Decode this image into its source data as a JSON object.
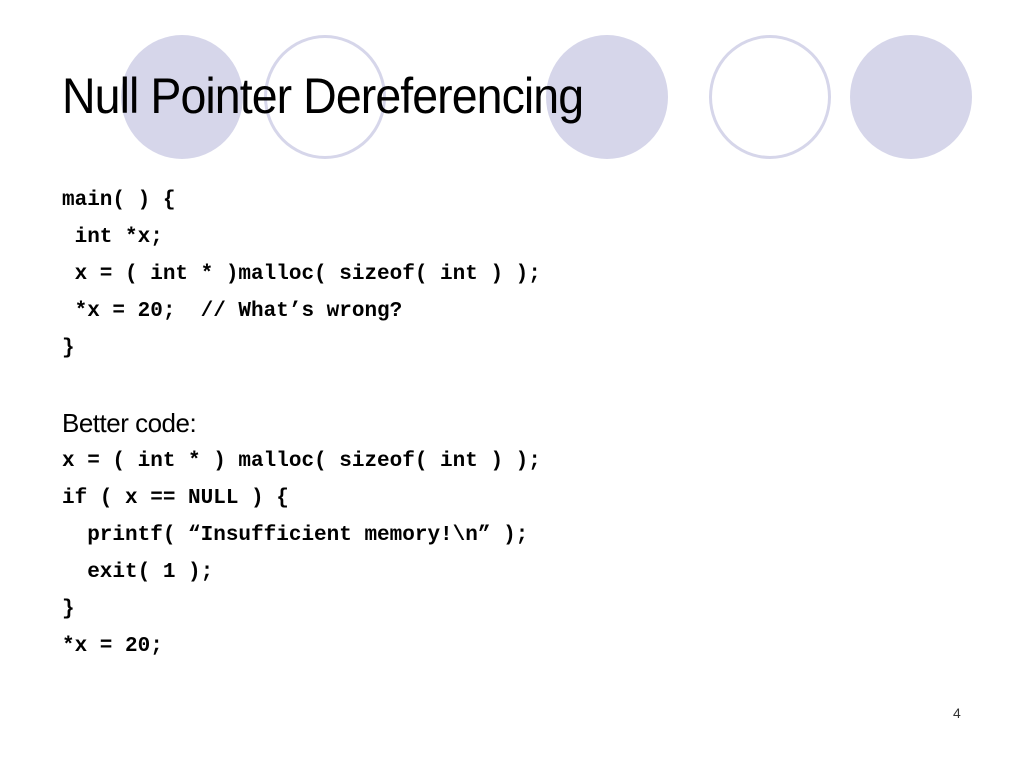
{
  "slide": {
    "title": "Null Pointer Dereferencing",
    "page_number": "4",
    "decoration": {
      "circle_color": "#d6d6ea",
      "circles": [
        {
          "style": "filled"
        },
        {
          "style": "outline"
        },
        {
          "style": "filled"
        },
        {
          "style": "outline"
        },
        {
          "style": "filled"
        }
      ]
    },
    "bad_code": {
      "lines": [
        "main( ) {",
        " int *x;",
        " x = ( int * )malloc( sizeof( int ) );",
        " *x = 20;  // What’s wrong?",
        "}"
      ]
    },
    "better_code_label": "Better code:",
    "better_code": {
      "lines": [
        "x = ( int * ) malloc( sizeof( int ) );",
        "if ( x == NULL ) {",
        "  printf( “Insufficient memory!\\n” );",
        "  exit( 1 );",
        "}",
        "*x = 20;"
      ]
    }
  }
}
